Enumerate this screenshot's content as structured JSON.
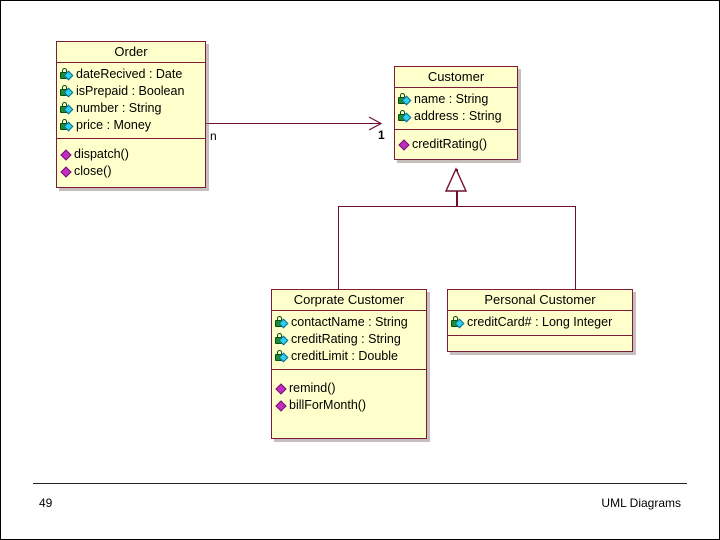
{
  "slide": {
    "footer": {
      "page_number": "49",
      "title": "UML Diagrams"
    }
  },
  "diagram": {
    "type": "uml-class-diagram",
    "colors": {
      "class_fill": "#ffffcc",
      "class_border": "#7d1c38",
      "connector": "#6d1030",
      "attribute_icon": "#1f8a2e",
      "attribute_icon_accent": "#2fd0f0",
      "method_icon": "#c22ec2"
    },
    "classes": [
      {
        "id": "order",
        "name": "Order",
        "attributes": [
          {
            "icon": "attribute-lock-icon",
            "label": "dateRecived : Date"
          },
          {
            "icon": "attribute-lock-icon",
            "label": "isPrepaid : Boolean"
          },
          {
            "icon": "attribute-lock-icon",
            "label": "number : String"
          },
          {
            "icon": "attribute-lock-icon",
            "label": "price : Money"
          }
        ],
        "methods": [
          {
            "icon": "method-diamond-icon",
            "label": "dispatch()"
          },
          {
            "icon": "method-diamond-icon",
            "label": "close()"
          }
        ]
      },
      {
        "id": "customer",
        "name": "Customer",
        "attributes": [
          {
            "icon": "attribute-lock-icon",
            "label": "name : String"
          },
          {
            "icon": "attribute-lock-icon",
            "label": "address : String"
          }
        ],
        "methods": [
          {
            "icon": "method-diamond-icon",
            "label": "creditRating()"
          }
        ]
      },
      {
        "id": "corprate-customer",
        "name": "Corprate Customer",
        "attributes": [
          {
            "icon": "attribute-lock-icon",
            "label": "contactName : String"
          },
          {
            "icon": "attribute-lock-icon",
            "label": "creditRating : String"
          },
          {
            "icon": "attribute-lock-icon",
            "label": "creditLimit : Double"
          }
        ],
        "methods": [
          {
            "icon": "method-diamond-icon",
            "label": "remind()"
          },
          {
            "icon": "method-diamond-icon",
            "label": "billForMonth()"
          }
        ]
      },
      {
        "id": "personal-customer",
        "name": "Personal Customer",
        "attributes": [
          {
            "icon": "attribute-lock-icon",
            "label": "creditCard# : Long Integer"
          }
        ],
        "methods": []
      }
    ],
    "relationships": [
      {
        "id": "order-customer-association",
        "kind": "association",
        "from": "order",
        "to": "customer",
        "source_multiplicity": "n",
        "target_multiplicity": "1"
      },
      {
        "id": "corprate-generalization",
        "kind": "generalization",
        "from": "corprate-customer",
        "to": "customer"
      },
      {
        "id": "personal-generalization",
        "kind": "generalization",
        "from": "personal-customer",
        "to": "customer"
      }
    ]
  }
}
